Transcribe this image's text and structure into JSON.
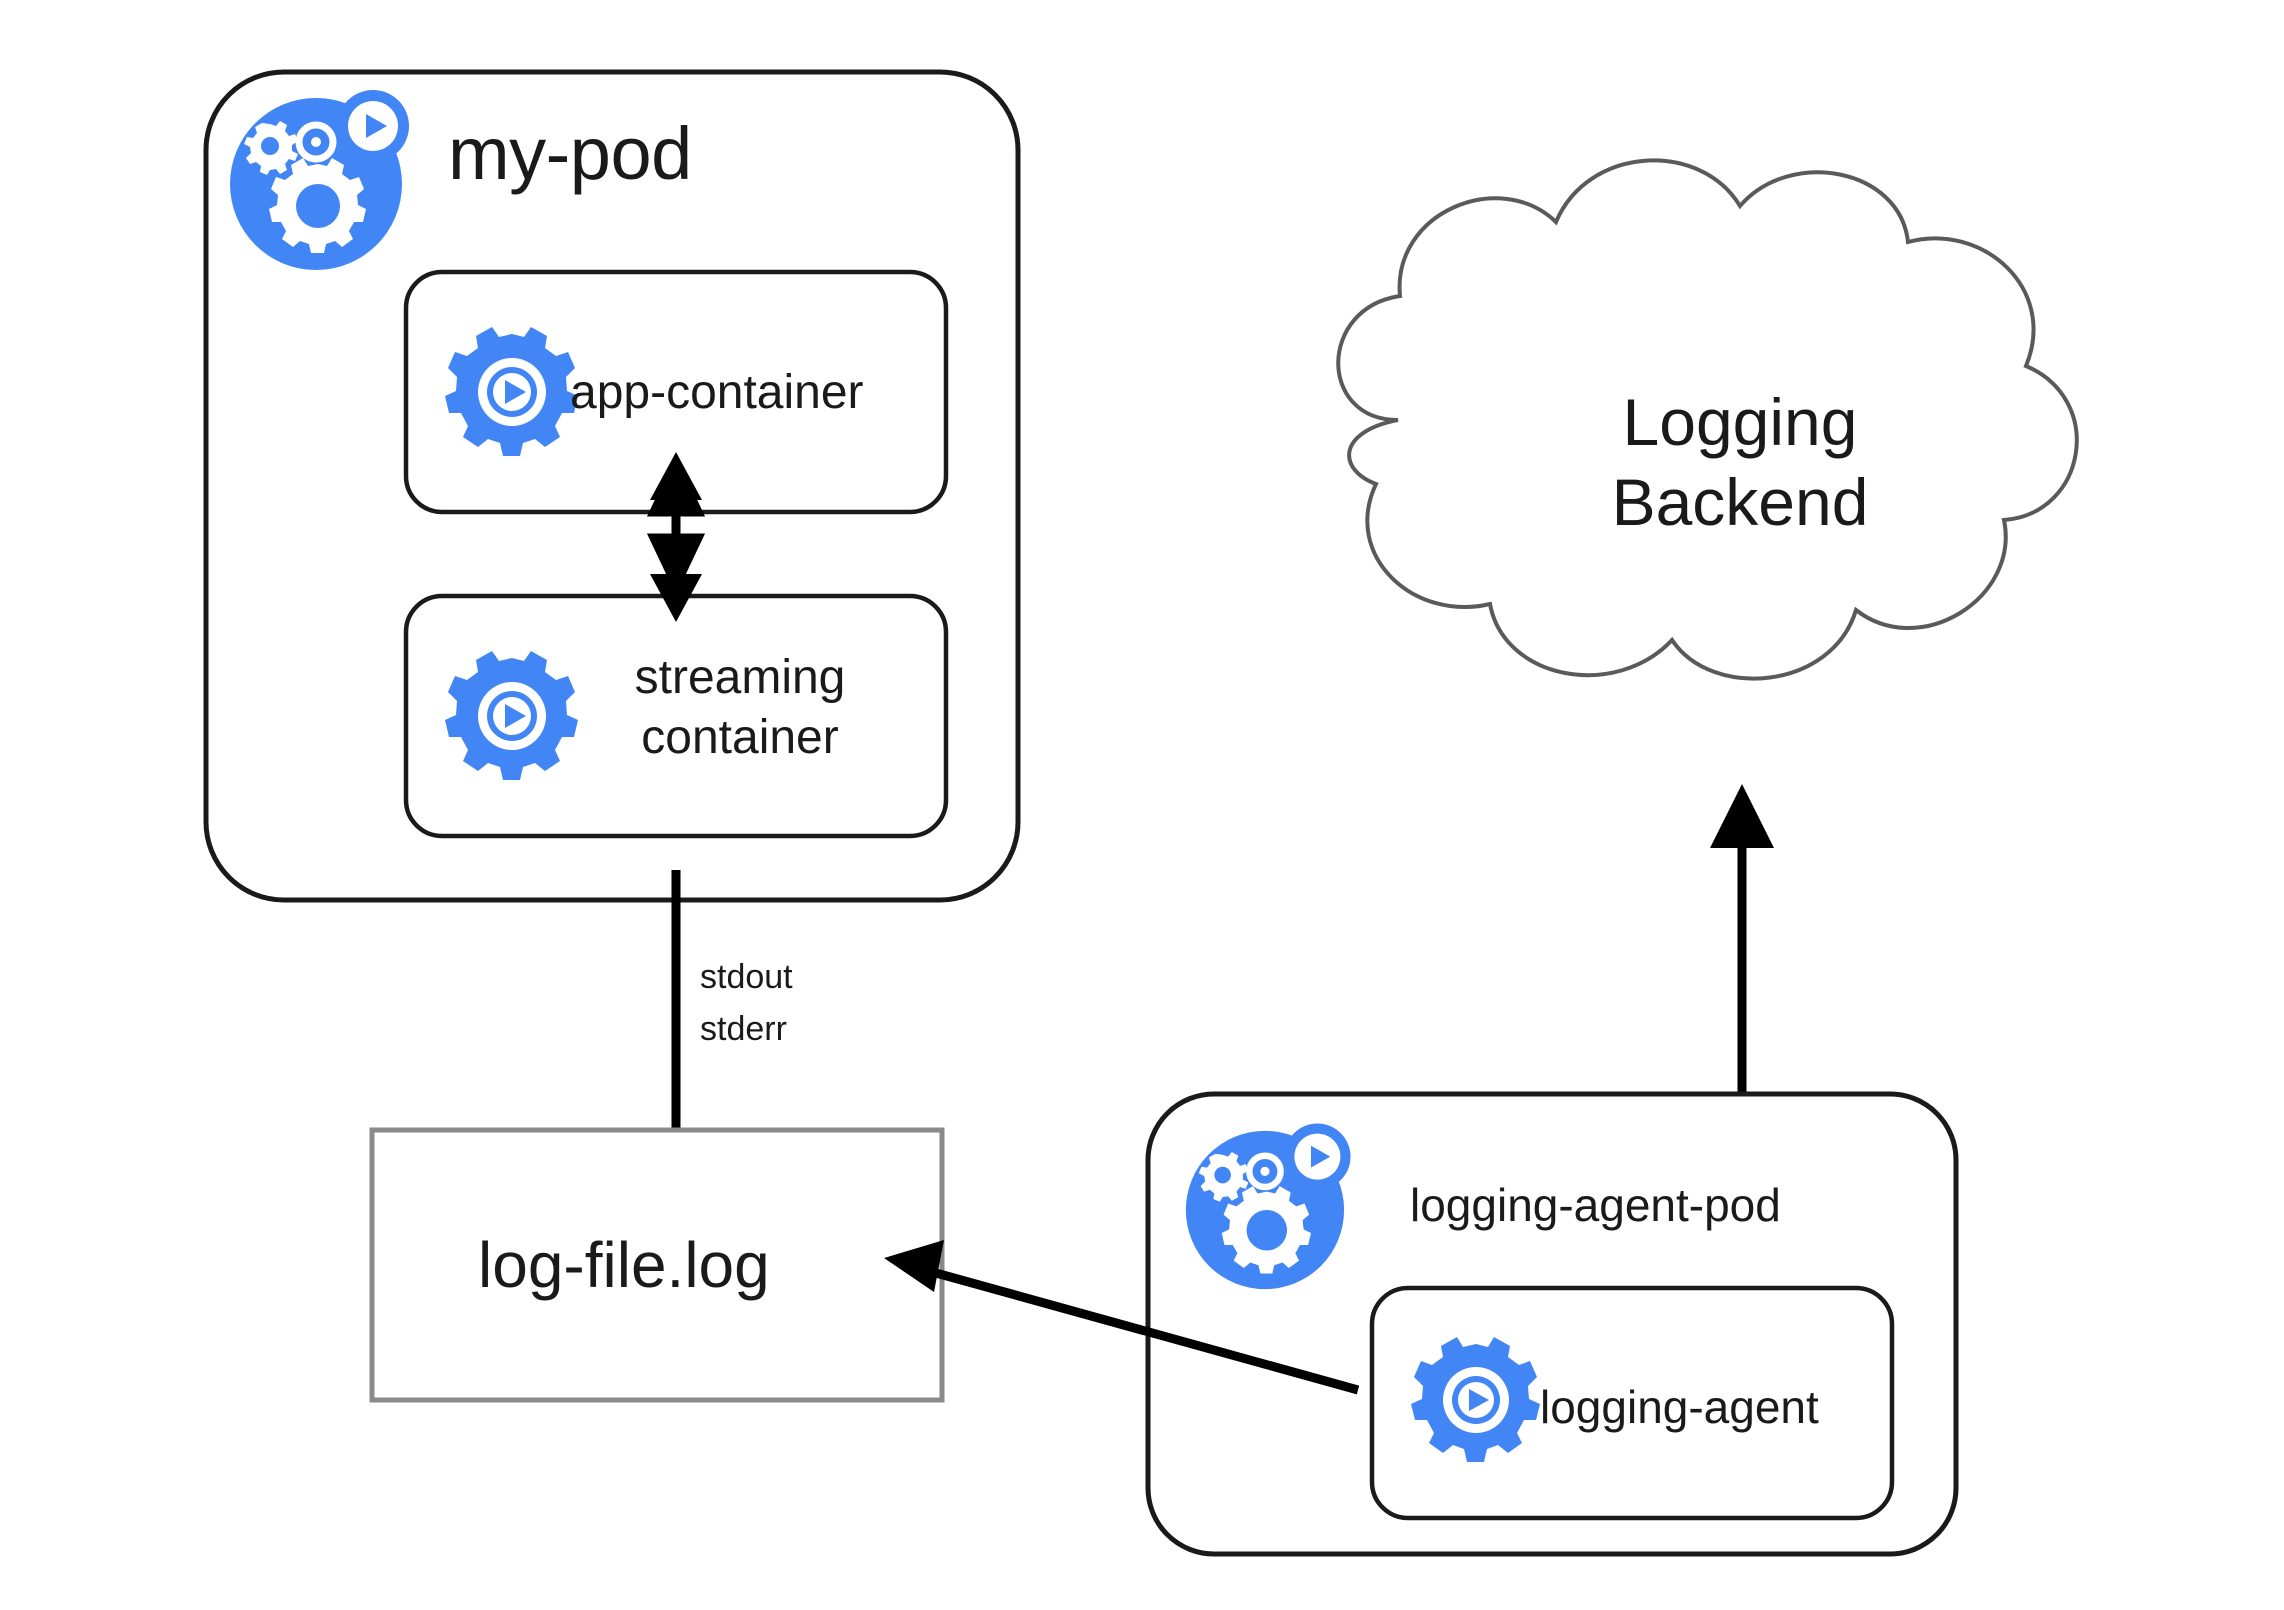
{
  "diagram": {
    "title": "Kubernetes sidecar logging architecture",
    "background_color": "#ffffff",
    "accent_color": "#4285F4",
    "stroke_color": "#1a1a1a",
    "thin_stroke_color": "#6b6b6b"
  },
  "my_pod": {
    "title": "my-pod",
    "icon": "kubernetes-pod-icon",
    "containers": [
      {
        "label": "app-container",
        "icon": "container-gear-play-icon"
      },
      {
        "label_line1": "streaming",
        "label_line2": "container",
        "icon": "container-gear-play-icon"
      }
    ]
  },
  "cloud": {
    "line1": "Logging",
    "line2": "Backend",
    "icon": "cloud-shape"
  },
  "log_file": {
    "label": "log-file.log"
  },
  "logging_agent_pod": {
    "title": "logging-agent-pod",
    "icon": "kubernetes-pod-icon",
    "container": {
      "label": "logging-agent",
      "icon": "container-gear-play-icon"
    }
  },
  "edges": {
    "app_stream_label": "",
    "stdout_line1": "stdout",
    "stdout_line2": "stderr"
  },
  "chart_data": {
    "type": "diagram",
    "title": "Kubernetes sidecar logging architecture",
    "nodes": [
      {
        "id": "my-pod",
        "label": "my-pod",
        "kind": "pod"
      },
      {
        "id": "app-container",
        "label": "app-container",
        "kind": "container",
        "parent": "my-pod"
      },
      {
        "id": "streaming-container",
        "label": "streaming container",
        "kind": "container",
        "parent": "my-pod"
      },
      {
        "id": "log-file",
        "label": "log-file.log",
        "kind": "file"
      },
      {
        "id": "logging-backend",
        "label": "Logging Backend",
        "kind": "cloud"
      },
      {
        "id": "logging-agent-pod",
        "label": "logging-agent-pod",
        "kind": "pod"
      },
      {
        "id": "logging-agent",
        "label": "logging-agent",
        "kind": "container",
        "parent": "logging-agent-pod"
      }
    ],
    "edges": [
      {
        "from": "app-container",
        "to": "streaming-container",
        "label": "",
        "arrow": "both"
      },
      {
        "from": "streaming-container",
        "to": "log-file",
        "label": "stdout stderr",
        "arrow": "to"
      },
      {
        "from": "logging-agent",
        "to": "log-file",
        "label": "",
        "arrow": "to"
      },
      {
        "from": "logging-agent-pod",
        "to": "logging-backend",
        "label": "",
        "arrow": "both"
      }
    ]
  }
}
